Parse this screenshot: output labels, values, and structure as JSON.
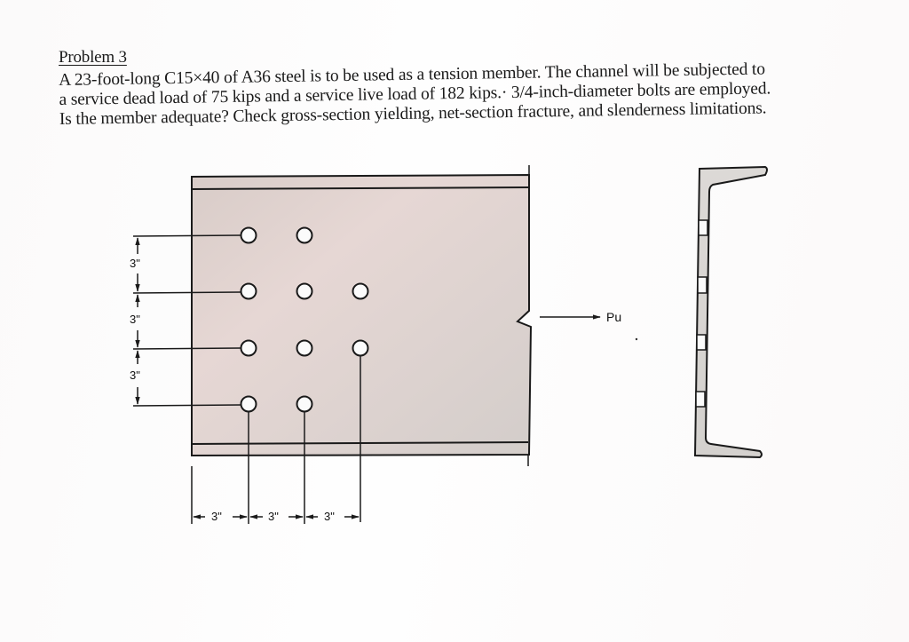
{
  "problem": {
    "title": "Problem 3",
    "lines": [
      "A 23-foot-long C15×40 of A36 steel is to be used as a tension member.  The channel will be subjected to",
      "a service dead load of 75 kips and a service live load of 182 kips.· 3/4-inch-diameter bolts are employed.",
      "Is the member adequate?  Check gross-section yielding, net-section fracture, and slenderness limitations."
    ]
  },
  "figure": {
    "plate_view": {
      "bolt_rows_spacing_labels": [
        "3\"",
        "3\"",
        "3\""
      ],
      "bolt_columns_spacing_labels": [
        "3\"",
        "3\"",
        "3\""
      ],
      "load_label": "Pu",
      "bolt_holes": {
        "column_1": 4,
        "column_2": 4,
        "column_3": 2
      }
    },
    "section_view": {
      "shape": "channel",
      "hole_count": 4
    },
    "colors": {
      "steel_fill": "#ddd2cf",
      "steel_fill_section": "#d9d7d4",
      "line": "#1a1a1a"
    }
  }
}
